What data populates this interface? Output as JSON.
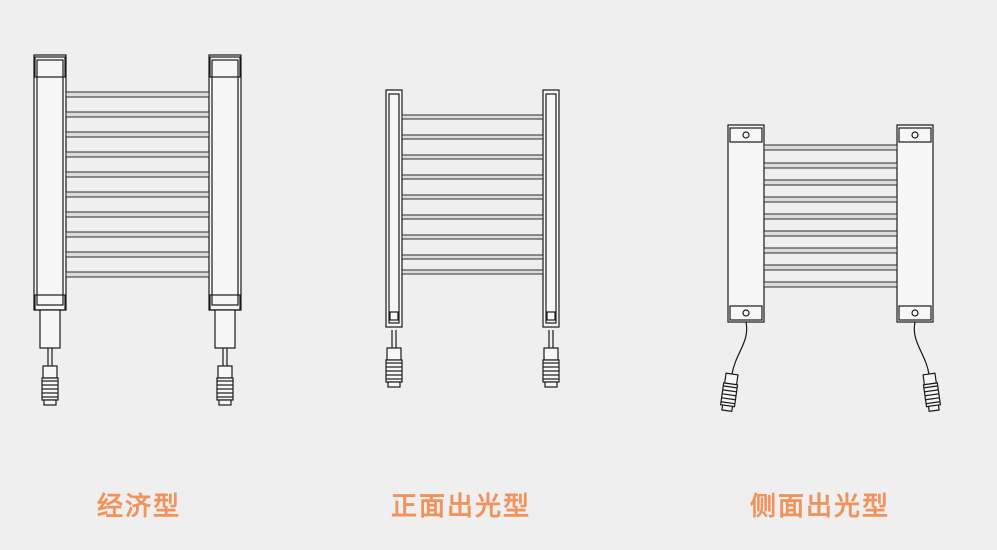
{
  "colors": {
    "background": "#efefef",
    "line": "#1a1a1a",
    "beam_fill": "#dcdcdc",
    "label": "#f0935c"
  },
  "variants": [
    {
      "label": "经济型"
    },
    {
      "label": "正面出光型"
    },
    {
      "label": "侧面出光型"
    }
  ]
}
